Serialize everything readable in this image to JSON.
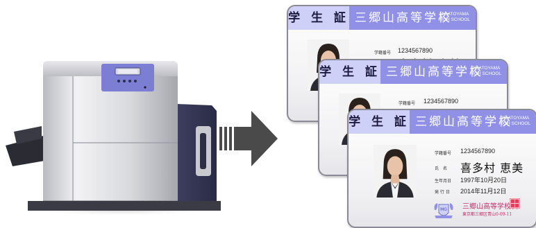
{
  "card": {
    "title_label": "学 生 証",
    "school_name": "三郷山高等学校",
    "school_name_en_line1": "MISATOYAMA",
    "school_name_en_line2": "HIGH SCHOOL",
    "student_no_label": "学籍番号",
    "student_no": "1234567890",
    "name_label": "氏　名",
    "name": "喜多村 恵美",
    "birth_label": "生年月日",
    "birth_date": "1997年10月20日",
    "issue_label": "発 行 日",
    "issue_date": "2014年11月12日",
    "school_sign": "三郷山高等学校長",
    "school_address": "東京都三郷区青山0-09-11"
  },
  "colors": {
    "header_dark": "#8f90e6",
    "header_light": "#cfd0f7",
    "printer_panel": "#7b7ed3",
    "arrow": "#4a4a4a"
  },
  "icons": [
    "card-printer",
    "right-arrow",
    "school-emblem",
    "school-seal",
    "student-photo"
  ]
}
